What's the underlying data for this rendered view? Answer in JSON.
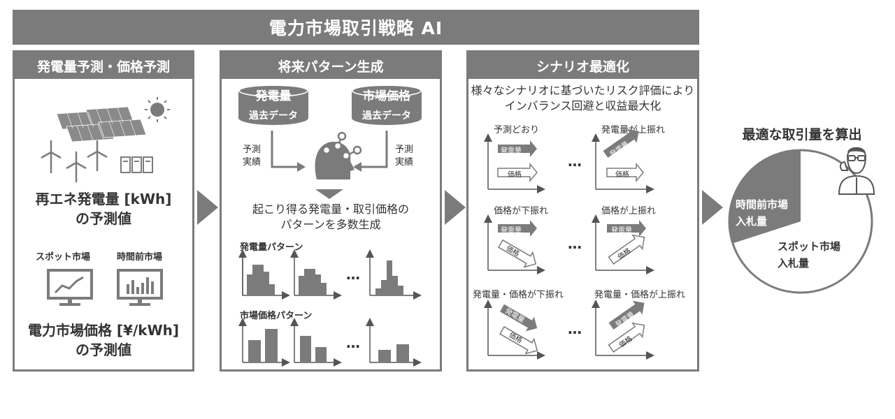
{
  "title": "電力市場取引戦略 AI",
  "panel1": {
    "header": "発電量予測・価格予測",
    "renewable_line1": "再エネ発電量 [kWh]",
    "renewable_line2": "の予測値",
    "spot_label": "スポット市場",
    "intraday_label": "時間前市場",
    "price_line1": "電力市場価格 [¥/kWh]",
    "price_line2": "の予測値"
  },
  "panel2": {
    "header": "将来パターン生成",
    "db_left_top": "発電量",
    "db_left_bottom": "過去データ",
    "db_right_top": "市場価格",
    "db_right_bottom": "過去データ",
    "left_arrow_label1": "予測",
    "left_arrow_label2": "実績",
    "right_arrow_label1": "予測",
    "right_arrow_label2": "実績",
    "result_line1": "起こり得る発電量・取引価格の",
    "result_line2": "パターンを多数生成",
    "gen_pattern_label": "発電量パターン",
    "price_pattern_label": "市場価格パターン",
    "ellipsis": "…"
  },
  "panel3": {
    "header": "シナリオ最適化",
    "desc_line1": "様々なシナリオに基づいたリスク評価により",
    "desc_line2": "インバランス回避と収益最大化",
    "s1": "予測どおり",
    "s2": "発電量が上振れ",
    "s3": "価格が下振れ",
    "s4": "価格が上振れ",
    "s5": "発電量・価格が下振れ",
    "s6": "発電量・価格が上振れ",
    "gen_tag": "発電量",
    "price_tag": "価格",
    "ellipsis": "…"
  },
  "result": {
    "title": "最適な取引量を算出",
    "intraday_line1": "時間前市場",
    "intraday_line2": "入札量",
    "spot_line1": "スポット市場",
    "spot_line2": "入札量",
    "intraday_share": 0.3
  },
  "colors": {
    "primary": "#7b7b7b",
    "text": "#333333"
  }
}
